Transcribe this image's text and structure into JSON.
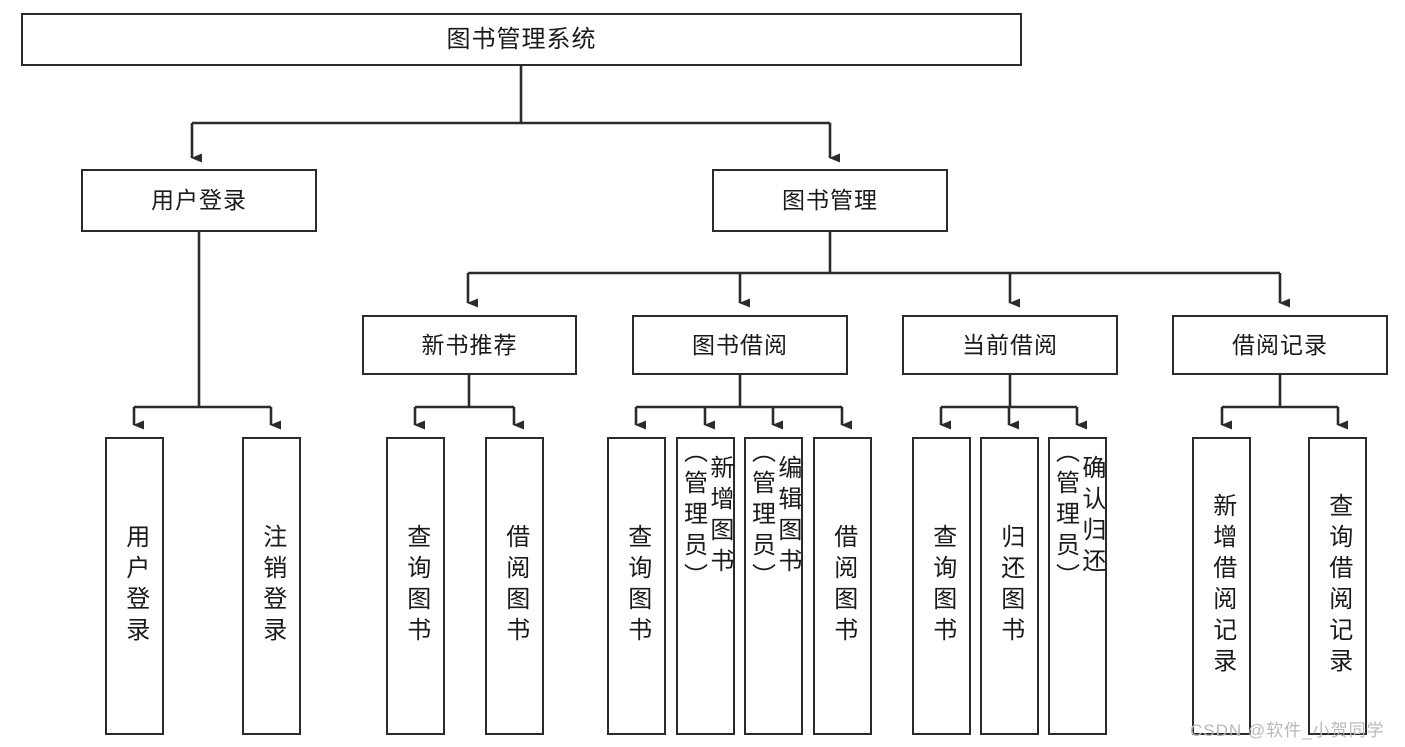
{
  "diagram": {
    "type": "tree-hierarchy",
    "title": "图书管理系统",
    "root": {
      "label": "图书管理系统"
    },
    "level2": [
      {
        "label": "用户登录"
      },
      {
        "label": "图书管理"
      }
    ],
    "level3": [
      {
        "label": "新书推荐"
      },
      {
        "label": "图书借阅"
      },
      {
        "label": "当前借阅"
      },
      {
        "label": "借阅记录"
      }
    ],
    "leaves": {
      "user_login": [
        {
          "label": "用户登录"
        },
        {
          "label": "注销登录"
        }
      ],
      "new_book_recommend": [
        {
          "label": "查询图书"
        },
        {
          "label": "借阅图书"
        }
      ],
      "book_borrow": [
        {
          "label": "查询图书"
        },
        {
          "label": "新增图书\n（管理员）"
        },
        {
          "label": "编辑图书\n（管理员）"
        },
        {
          "label": "借阅图书"
        }
      ],
      "current_borrow": [
        {
          "label": "查询图书"
        },
        {
          "label": "归还图书"
        },
        {
          "label": "确认归还\n（管理员）"
        }
      ],
      "borrow_record": [
        {
          "label": "新增借阅记录"
        },
        {
          "label": "查询借阅记录"
        }
      ]
    }
  },
  "watermark": {
    "text": "CSDN @软件_小贺同学"
  },
  "colors": {
    "stroke": "#2b2b2b",
    "background": "#ffffff",
    "text": "#1a1a1a",
    "watermark": "#b9b9b9"
  }
}
